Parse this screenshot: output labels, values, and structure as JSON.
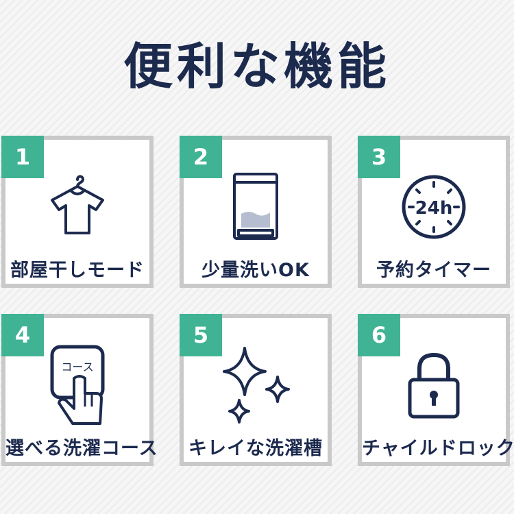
{
  "title": "便利な機能",
  "features": [
    {
      "number": "1",
      "label": "部屋干しモード",
      "icon": "shirt-hanger-icon"
    },
    {
      "number": "2",
      "label": "少量洗いOK",
      "icon": "washing-tub-icon"
    },
    {
      "number": "3",
      "label": "予約タイマー",
      "icon": "timer-24h-icon",
      "icon_text": "24h"
    },
    {
      "number": "4",
      "label": "選べる洗濯コース",
      "icon": "course-select-icon",
      "icon_text": "コース"
    },
    {
      "number": "5",
      "label": "キレイな洗濯槽",
      "icon": "sparkle-icon"
    },
    {
      "number": "6",
      "label": "チャイルドロック",
      "icon": "lock-icon"
    }
  ],
  "colors": {
    "accent": "#3fb394",
    "navy": "#1c2a4e",
    "border": "#c9c9c9"
  }
}
